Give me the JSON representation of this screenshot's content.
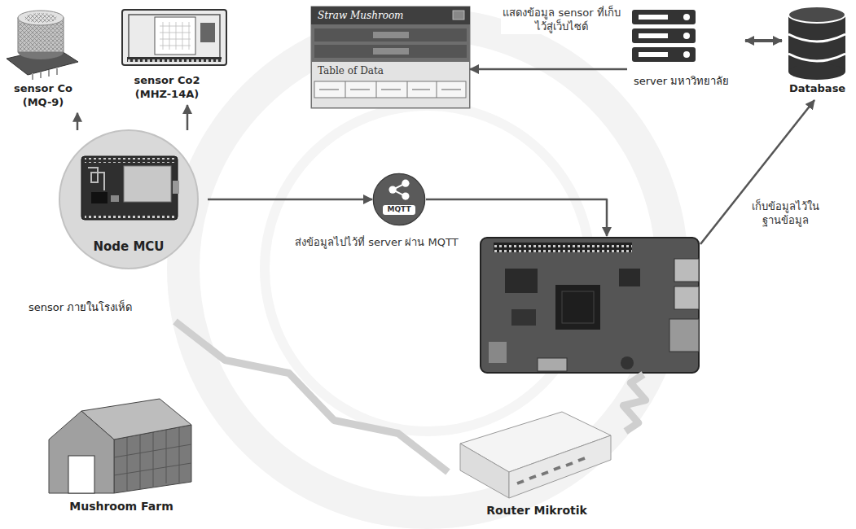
{
  "diagram": {
    "nodes": [
      {
        "text": [
          "sensor Co (MQ-9)"
        ]
      },
      {
        "text": [
          "sensor Co2 (MHZ-14A)"
        ]
      },
      {
        "text": [
          "Straw Mushroom",
          "Table of Data"
        ]
      },
      {
        "text": [
          "server มหาวิทยาลัย"
        ]
      },
      {
        "text": [
          "Database"
        ]
      },
      {
        "text": [
          "Node MCU",
          "sensor ภายในโรงเห็ด"
        ]
      },
      {
        "text": [
          "MQTT"
        ]
      },
      {
        "text": []
      },
      {
        "text": [
          "Mushroom Farm"
        ]
      },
      {
        "text": [
          "Router Mikrotik"
        ]
      }
    ],
    "edges": [
      {
        "from": 5,
        "to": 0,
        "arrow": "to"
      },
      {
        "from": 5,
        "to": 1,
        "arrow": "to"
      },
      {
        "from": 5,
        "to": 6,
        "arrow": "to"
      },
      {
        "from": 6,
        "to": 7,
        "arrow": "to"
      },
      {
        "from": 7,
        "to": 4,
        "label": "เก็บข้อมูลไว้ใน ฐานข้อมูล",
        "arrow": "to"
      },
      {
        "from": 3,
        "to": 4,
        "arrow": "both"
      },
      {
        "from": 3,
        "to": 2,
        "label": "แสดงข้อมูล sensor ที่เก็บไว้สู่เว็บไซต์",
        "arrow": "to"
      },
      {
        "from": 5,
        "to": 9,
        "arrow": "none"
      },
      {
        "from": 9,
        "to": 7,
        "arrow": "none"
      }
    ],
    "labels": [
      "ส่งข้อมูลไปไว้ที่ server ผ่าน MQTT"
    ]
  }
}
